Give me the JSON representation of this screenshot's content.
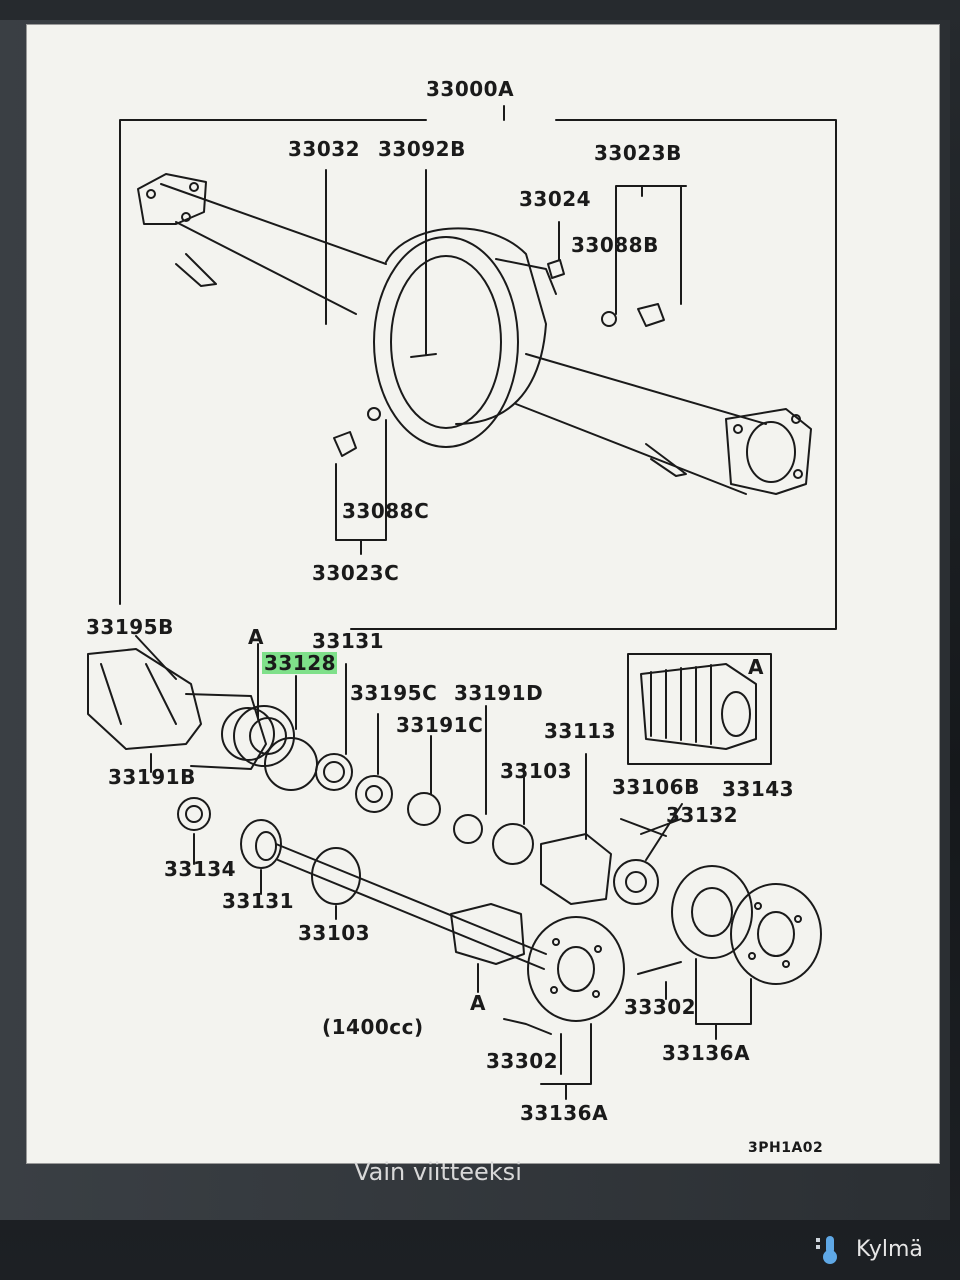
{
  "diagram": {
    "labels": {
      "assembly": "33000A",
      "p33032": "33032",
      "p33092b": "33092B",
      "p33023b": "33023B",
      "p33024": "33024",
      "p33088b": "33088B",
      "p33088c": "33088C",
      "p33023c": "33023C",
      "p33195b": "33195B",
      "a1": "A",
      "p33131a": "33131",
      "p33128": "33128",
      "p33195c": "33195C",
      "p33191d": "33191D",
      "p33191c": "33191C",
      "p33113": "33113",
      "a2": "A",
      "p33103a": "33103",
      "p33191b": "33191B",
      "p33106b": "33106B",
      "p33143": "33143",
      "p33132": "33132",
      "p33134": "33134",
      "p33131b": "33131",
      "p33103b": "33103",
      "a3": "A",
      "p33302a": "33302",
      "p33136a_1": "33136A",
      "note_1400cc": "(1400cc)",
      "p33302b": "33302",
      "p33136a_2": "33136A",
      "figure_code": "3PH1A02"
    },
    "highlight_color": "#7fe08a"
  },
  "caption": "Vain viitteeksi",
  "taskbar": {
    "weather_label": "Kylmä",
    "weather_icon": "thermometer-icon"
  }
}
